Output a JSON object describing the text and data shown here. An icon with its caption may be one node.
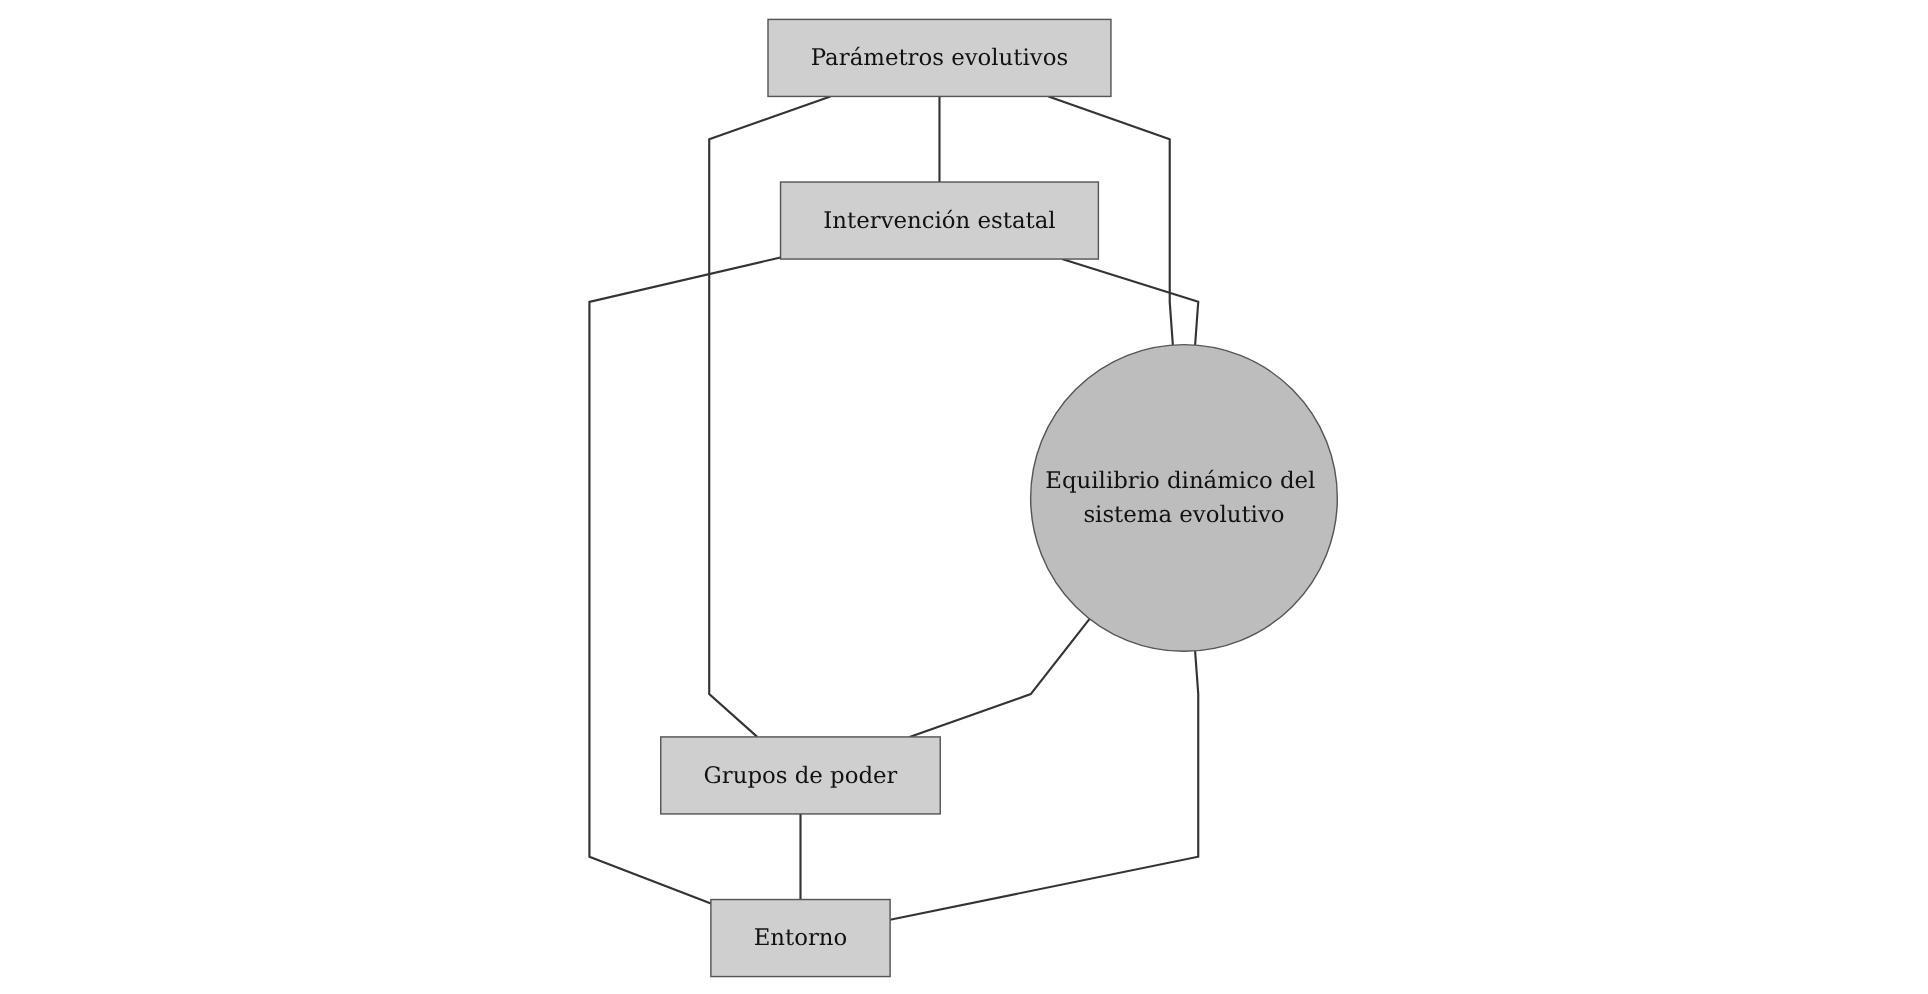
{
  "diagram": {
    "nodes": [
      {
        "text": [
          "Parámetros evolutivos"
        ]
      },
      {
        "text": [
          "Intervención estatal"
        ]
      },
      {
        "text": [
          "Equilibrio dinámico del sistema evolutivo"
        ]
      },
      {
        "text": [
          "Grupos de poder"
        ]
      },
      {
        "text": [
          "Entorno"
        ]
      }
    ],
    "edges": [
      {
        "from": 0,
        "to": 1,
        "arrow": "none"
      },
      {
        "from": 0,
        "to": 3,
        "arrow": "none"
      },
      {
        "from": 0,
        "to": 2,
        "arrow": "none"
      },
      {
        "from": 1,
        "to": 2,
        "arrow": "none"
      },
      {
        "from": 2,
        "to": 3,
        "arrow": "none"
      },
      {
        "from": 1,
        "to": 4,
        "arrow": "none"
      },
      {
        "from": 3,
        "to": 4,
        "arrow": "none"
      },
      {
        "from": 2,
        "to": 4,
        "arrow": "none"
      }
    ]
  }
}
